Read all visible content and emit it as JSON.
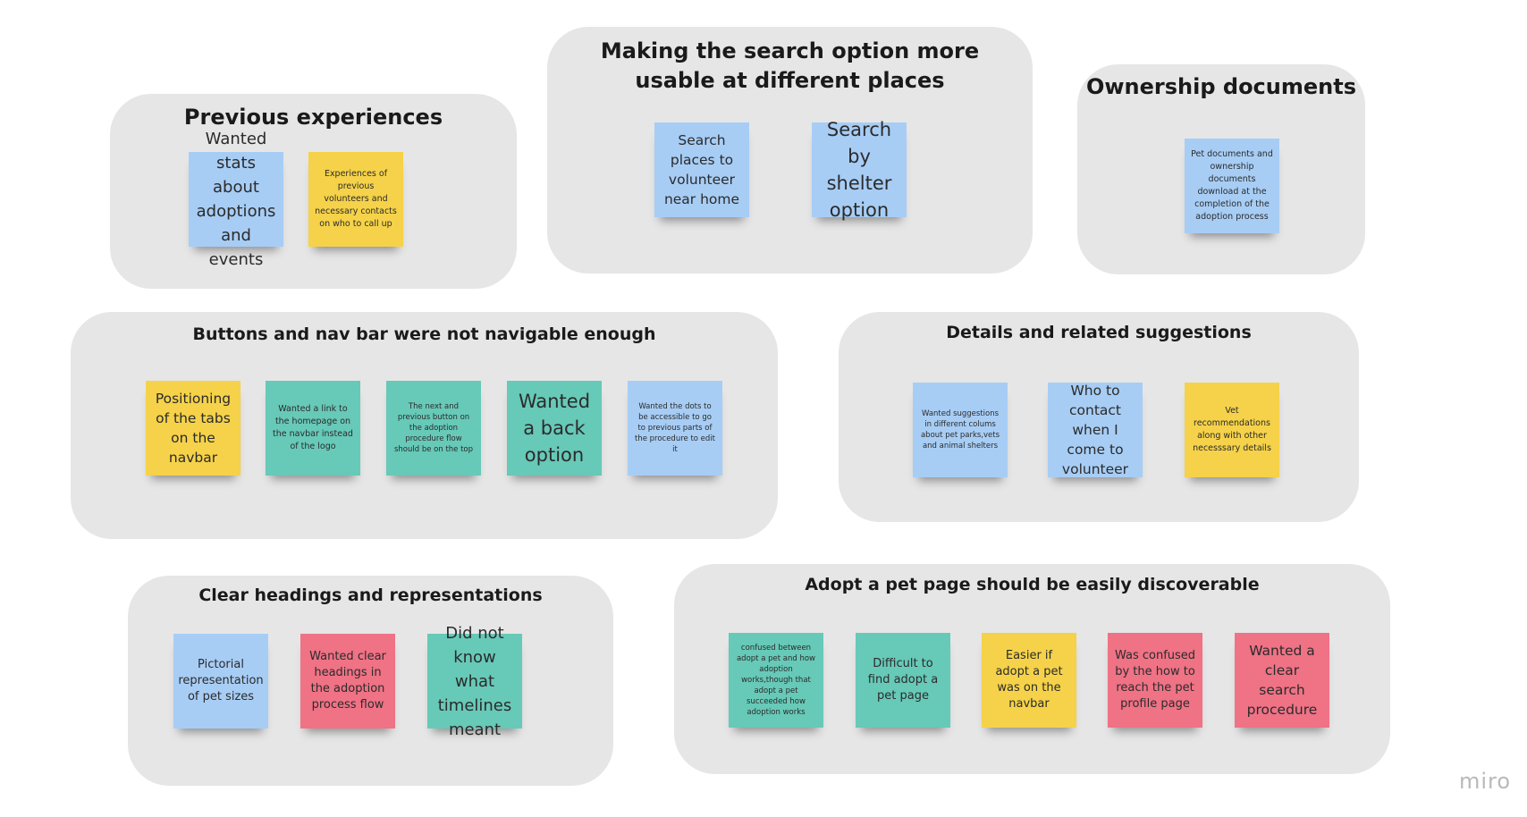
{
  "app": {
    "brand": "miro"
  },
  "groups": {
    "previous": {
      "title": "Previous experiences",
      "notes": [
        {
          "text": "Wanted stats about adoptions and events",
          "color": "blue"
        },
        {
          "text": "Experiences of previous volunteers and necessary contacts on who to call up",
          "color": "yellow"
        }
      ]
    },
    "search": {
      "title": "Making the search option more usable at different places",
      "notes": [
        {
          "text": "Search places to volunteer near home",
          "color": "blue"
        },
        {
          "text": "Search by shelter option",
          "color": "blue"
        }
      ]
    },
    "ownership": {
      "title": "Ownership documents",
      "notes": [
        {
          "text": "Pet documents and ownership documents download at the completion of the adoption process",
          "color": "blue"
        }
      ]
    },
    "buttons": {
      "title": "Buttons and nav bar were not navigable enough",
      "notes": [
        {
          "text": "Positioning of the tabs on the navbar",
          "color": "yellow"
        },
        {
          "text": "Wanted a link to the homepage on the navbar instead of the logo",
          "color": "teal"
        },
        {
          "text": "The next and previous button on the adoption procedure flow should be on the top",
          "color": "teal"
        },
        {
          "text": "Wanted a back option",
          "color": "teal"
        },
        {
          "text": "Wanted the dots to be accessible to go to previous parts of the procedure to edit it",
          "color": "blue"
        }
      ]
    },
    "details": {
      "title": "Details and related suggestions",
      "notes": [
        {
          "text": "Wanted suggestions in different colums about pet parks,vets and animal shelters",
          "color": "blue"
        },
        {
          "text": "Who to contact when I come to volunteer",
          "color": "blue"
        },
        {
          "text": "Vet recommendations along with other necesssary details",
          "color": "yellow"
        }
      ]
    },
    "headings": {
      "title": "Clear headings and representations",
      "notes": [
        {
          "text": "Pictorial representation of pet sizes",
          "color": "blue"
        },
        {
          "text": "Wanted clear headings in the adoption process flow",
          "color": "pink"
        },
        {
          "text": "Did not know what timelines meant",
          "color": "teal"
        }
      ]
    },
    "adopt": {
      "title": "Adopt a pet page should be easily discoverable",
      "notes": [
        {
          "text": "confused between adopt a pet and how adoption works,though that adopt a pet succeeded how adoption works",
          "color": "teal"
        },
        {
          "text": "Difficult to find adopt a pet page",
          "color": "teal"
        },
        {
          "text": "Easier if adopt a pet was on the navbar",
          "color": "yellow"
        },
        {
          "text": "Was confused by the how to reach the pet profile page",
          "color": "pink"
        },
        {
          "text": "Wanted a clear search procedure",
          "color": "pink"
        }
      ]
    }
  },
  "colors": {
    "blue": "#a7cdf5",
    "yellow": "#f5d249",
    "teal": "#67c9b8",
    "pink": "#ef7285",
    "frame": "#e6e6e6"
  }
}
